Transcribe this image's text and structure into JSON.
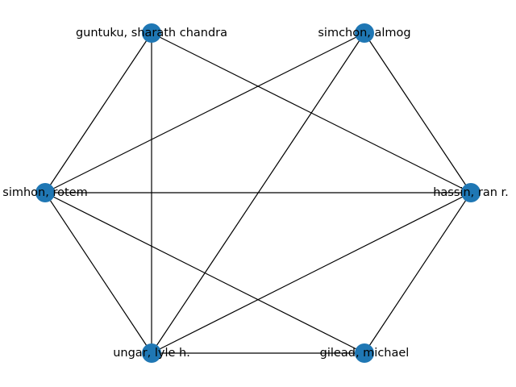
{
  "graph": {
    "node_color": "#1f77b4",
    "edge_color": "#000000",
    "nodes": [
      {
        "id": "guntuku",
        "label": "guntuku, sharath chandra"
      },
      {
        "id": "simchon",
        "label": "simchon, almog"
      },
      {
        "id": "simhon",
        "label": "simhon, rotem"
      },
      {
        "id": "hassin",
        "label": "hassin, ran r."
      },
      {
        "id": "ungar",
        "label": "ungar, lyle h."
      },
      {
        "id": "gilead",
        "label": "gilead, michael"
      }
    ],
    "edges": [
      [
        "guntuku",
        "simhon"
      ],
      [
        "guntuku",
        "ungar"
      ],
      [
        "guntuku",
        "hassin"
      ],
      [
        "simchon",
        "simhon"
      ],
      [
        "simchon",
        "ungar"
      ],
      [
        "simchon",
        "hassin"
      ],
      [
        "simhon",
        "hassin"
      ],
      [
        "simhon",
        "ungar"
      ],
      [
        "simhon",
        "gilead"
      ],
      [
        "hassin",
        "ungar"
      ],
      [
        "hassin",
        "gilead"
      ],
      [
        "ungar",
        "gilead"
      ]
    ]
  }
}
